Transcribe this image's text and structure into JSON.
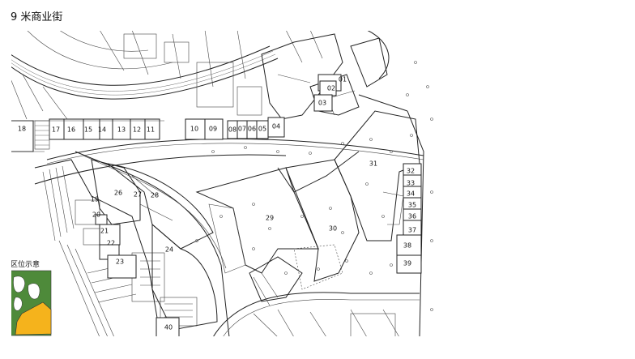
{
  "title": "9 米商业街",
  "plan": {
    "units": [
      "01",
      "02",
      "03",
      "04",
      "05",
      "06",
      "07",
      "08",
      "09",
      "10",
      "11",
      "12",
      "13",
      "14",
      "15",
      "16",
      "17",
      "18",
      "19",
      "20",
      "21",
      "22",
      "23",
      "24",
      "26",
      "27",
      "28",
      "29",
      "30",
      "31",
      "32",
      "33",
      "34",
      "35",
      "36",
      "37",
      "38",
      "39",
      "40"
    ]
  },
  "key_map": {
    "title": "区位示意",
    "colors": {
      "site": "#4e8a3a",
      "highlight": "#f5b31c",
      "water": "#ffffff"
    }
  }
}
